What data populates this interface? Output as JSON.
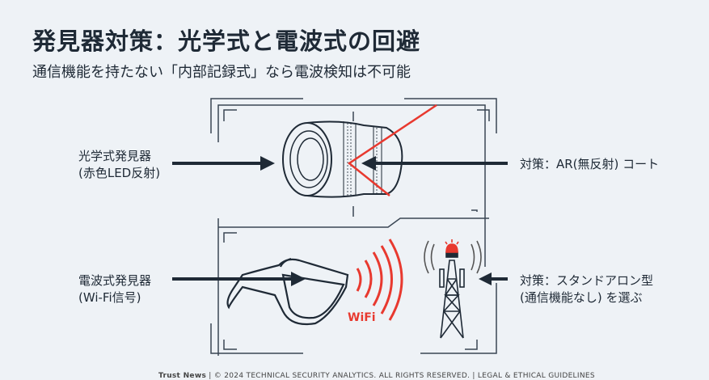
{
  "title": "発見器対策：光学式と電波式の回避",
  "subtitle": "通信機能を持たない「内部記録式」なら電波検知は不可能",
  "optical": {
    "line1": "光学式発見器",
    "line2": "(赤色LED反射)"
  },
  "optical_counter": "対策：AR(無反射) コート",
  "radio": {
    "line1": "電波式発見器",
    "line2": "(Wi-Fi信号)"
  },
  "radio_counter": {
    "line1": "対策：スタンドアロン型",
    "line2": "(通信機能なし) を選ぶ"
  },
  "wifi_label": "WiFi",
  "footer": {
    "brand": "Trust News",
    "copyright": "© 2024 TECHNICAL SECURITY ANALYTICS. ALL RIGHTS RESERVED.",
    "link": "LEGAL & ETHICAL GUIDELINES",
    "sep": "|"
  },
  "colors": {
    "accent": "#e8392f",
    "ink": "#1f2a36",
    "bg": "#eef2f6"
  }
}
